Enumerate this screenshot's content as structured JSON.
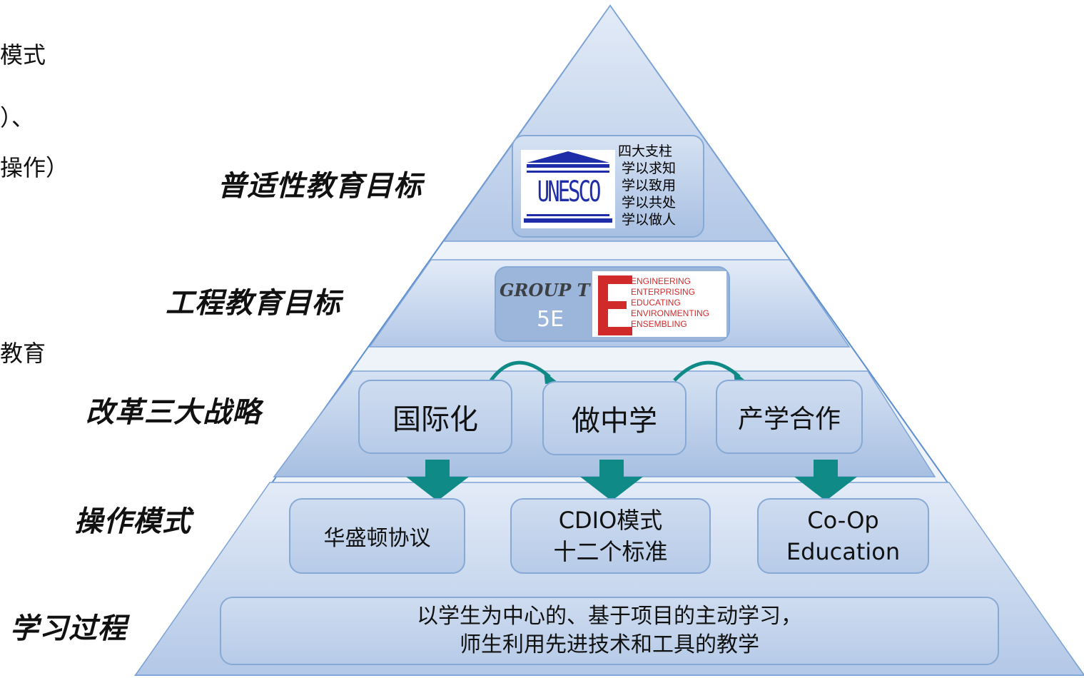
{
  "side_fragments": [
    "模式",
    "）、",
    "操作）",
    "教育"
  ],
  "levels": [
    {
      "label": "普适性教育目标"
    },
    {
      "label": "工程教育目标"
    },
    {
      "label": "改革三大战略"
    },
    {
      "label": "操作模式"
    },
    {
      "label": "学习过程"
    }
  ],
  "unesco": {
    "logo_text": "UNESCO",
    "pillars": [
      "四大支柱",
      "学以求知",
      "学以致用",
      "学以共处",
      "学以做人"
    ]
  },
  "group_t": {
    "logo_text": "GROUP T",
    "label": "5E",
    "words": [
      "ENGINEERING",
      "ENTERPRISING",
      "EDUCATING",
      "ENVIRONMENTING",
      "ENSEMBLING"
    ]
  },
  "strategies": [
    "国际化",
    "做中学",
    "产学合作"
  ],
  "modes": [
    {
      "lines": [
        "华盛顿协议"
      ]
    },
    {
      "lines": [
        "CDIO模式",
        "十二个标准"
      ]
    },
    {
      "lines": [
        "Co-Op",
        "Education"
      ]
    }
  ],
  "learning": {
    "lines": [
      "以学生为中心的、基于项目的主动学习，",
      "师生利用先进技术和工具的教学"
    ]
  },
  "colors": {
    "pyramid_fill_top": "#dce6f4",
    "pyramid_fill_bottom": "#a9c1e4",
    "pyramid_stroke": "#5b8fd0",
    "arrow_teal": "#0f8a86",
    "unesco_blue": "#1f2ea8",
    "group_t_red": "#d12a2a"
  }
}
